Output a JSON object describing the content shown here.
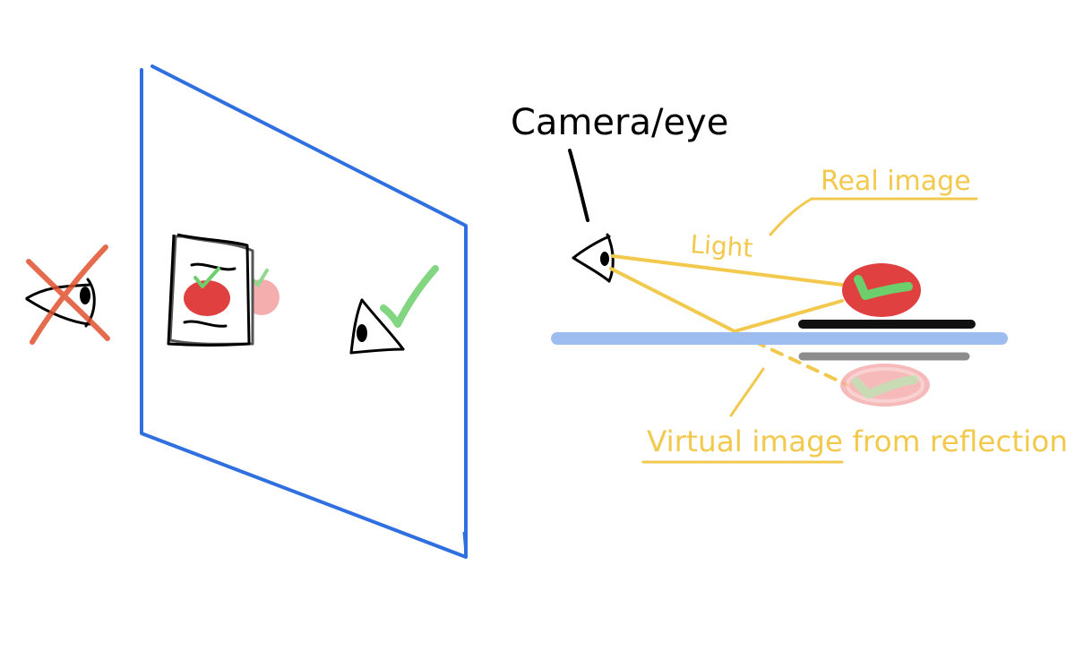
{
  "labels": {
    "camera_eye": "Camera/eye",
    "real_image": "Real image",
    "light": "Light",
    "virtual_image": "Virtual image from reflection"
  },
  "colors": {
    "glass_frame": "#2f6fe0",
    "glass_surface": "#9dbdf0",
    "annotation": "#f2c94c",
    "apple_red": "#e04040",
    "check_green": "#6ccf6c",
    "cross_red": "#e0522f",
    "stand_black": "#111111",
    "stand_reflection": "#8c8c8c"
  },
  "icons": {
    "blocked_eye": "eye-icon",
    "cross_mark": "cross-icon",
    "ok_eye": "eye-icon",
    "check_mark": "check-icon",
    "apple_card": "apple-icon",
    "camera_eye": "eye-icon"
  }
}
